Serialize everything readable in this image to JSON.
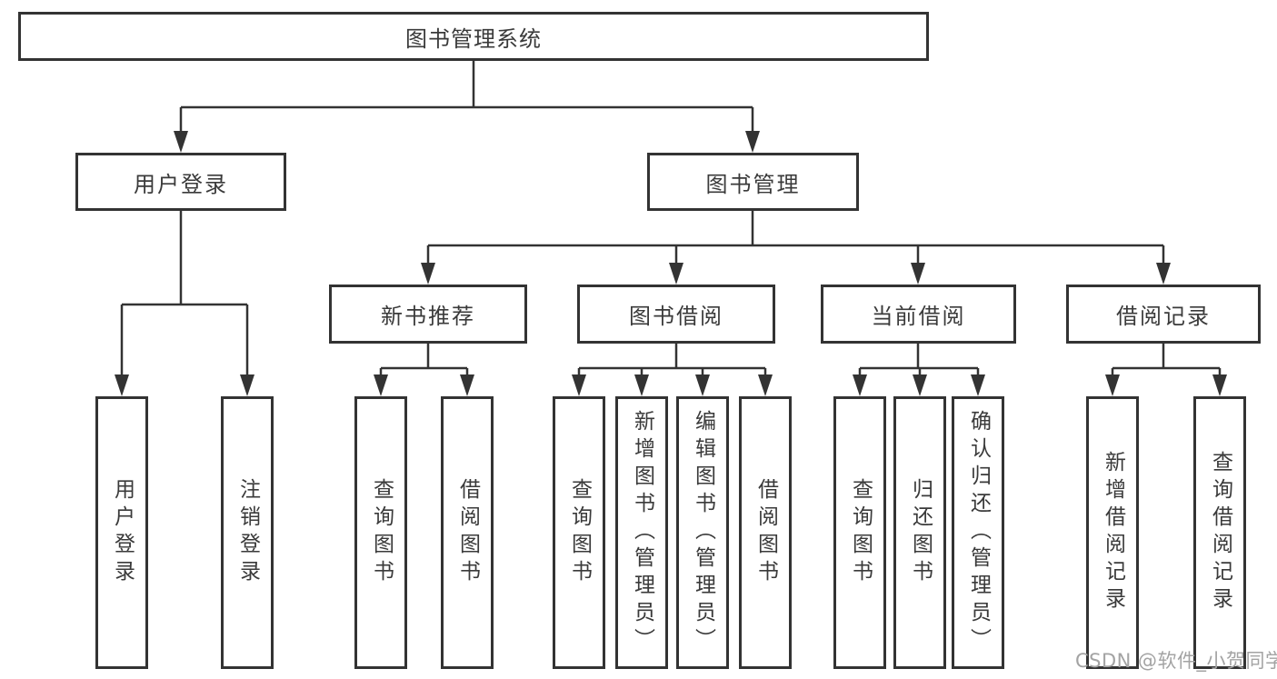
{
  "diagram_title": "图书管理系统",
  "colors": {
    "line": "#333333",
    "box_border": "#333333",
    "box_fill": "#ffffff",
    "text": "#3a3a3a",
    "watermark": "#a3a3a3",
    "background": "#ffffff"
  },
  "nodes": {
    "root": {
      "label": "图书管理系统"
    },
    "user_login": {
      "label": "用户登录"
    },
    "book_mgmt": {
      "label": "图书管理"
    },
    "new_book_rec": {
      "label": "新书推荐"
    },
    "book_borrow": {
      "label": "图书借阅"
    },
    "current_borrow": {
      "label": "当前借阅"
    },
    "borrow_record": {
      "label": "借阅记录"
    },
    "leaf_user_login": {
      "label": "用户登录"
    },
    "leaf_logout": {
      "label": "注销登录"
    },
    "leaf_query_book_1": {
      "label": "查询图书"
    },
    "leaf_borrow_book_1": {
      "label": "借阅图书"
    },
    "leaf_query_book_2": {
      "label": "查询图书"
    },
    "leaf_add_book": {
      "label": "新增图书（管理员）"
    },
    "leaf_edit_book": {
      "label": "编辑图书（管理员）"
    },
    "leaf_borrow_book_2": {
      "label": "借阅图书"
    },
    "leaf_query_book_3": {
      "label": "查询图书"
    },
    "leaf_return_book": {
      "label": "归还图书"
    },
    "leaf_confirm_return": {
      "label": "确认归还（管理员）"
    },
    "leaf_add_record": {
      "label": "新增借阅记录"
    },
    "leaf_query_record": {
      "label": "查询借阅记录"
    }
  },
  "structure": {
    "图书管理系统": [
      "用户登录",
      "图书管理"
    ],
    "用户登录": [
      "用户登录",
      "注销登录"
    ],
    "图书管理": [
      "新书推荐",
      "图书借阅",
      "当前借阅",
      "借阅记录"
    ],
    "新书推荐": [
      "查询图书",
      "借阅图书"
    ],
    "图书借阅": [
      "查询图书",
      "新增图书（管理员）",
      "编辑图书（管理员）",
      "借阅图书"
    ],
    "当前借阅": [
      "查询图书",
      "归还图书",
      "确认归还（管理员）"
    ],
    "借阅记录": [
      "新增借阅记录",
      "查询借阅记录"
    ]
  },
  "watermark": {
    "text": "CSDN @软件_小贺同学"
  }
}
